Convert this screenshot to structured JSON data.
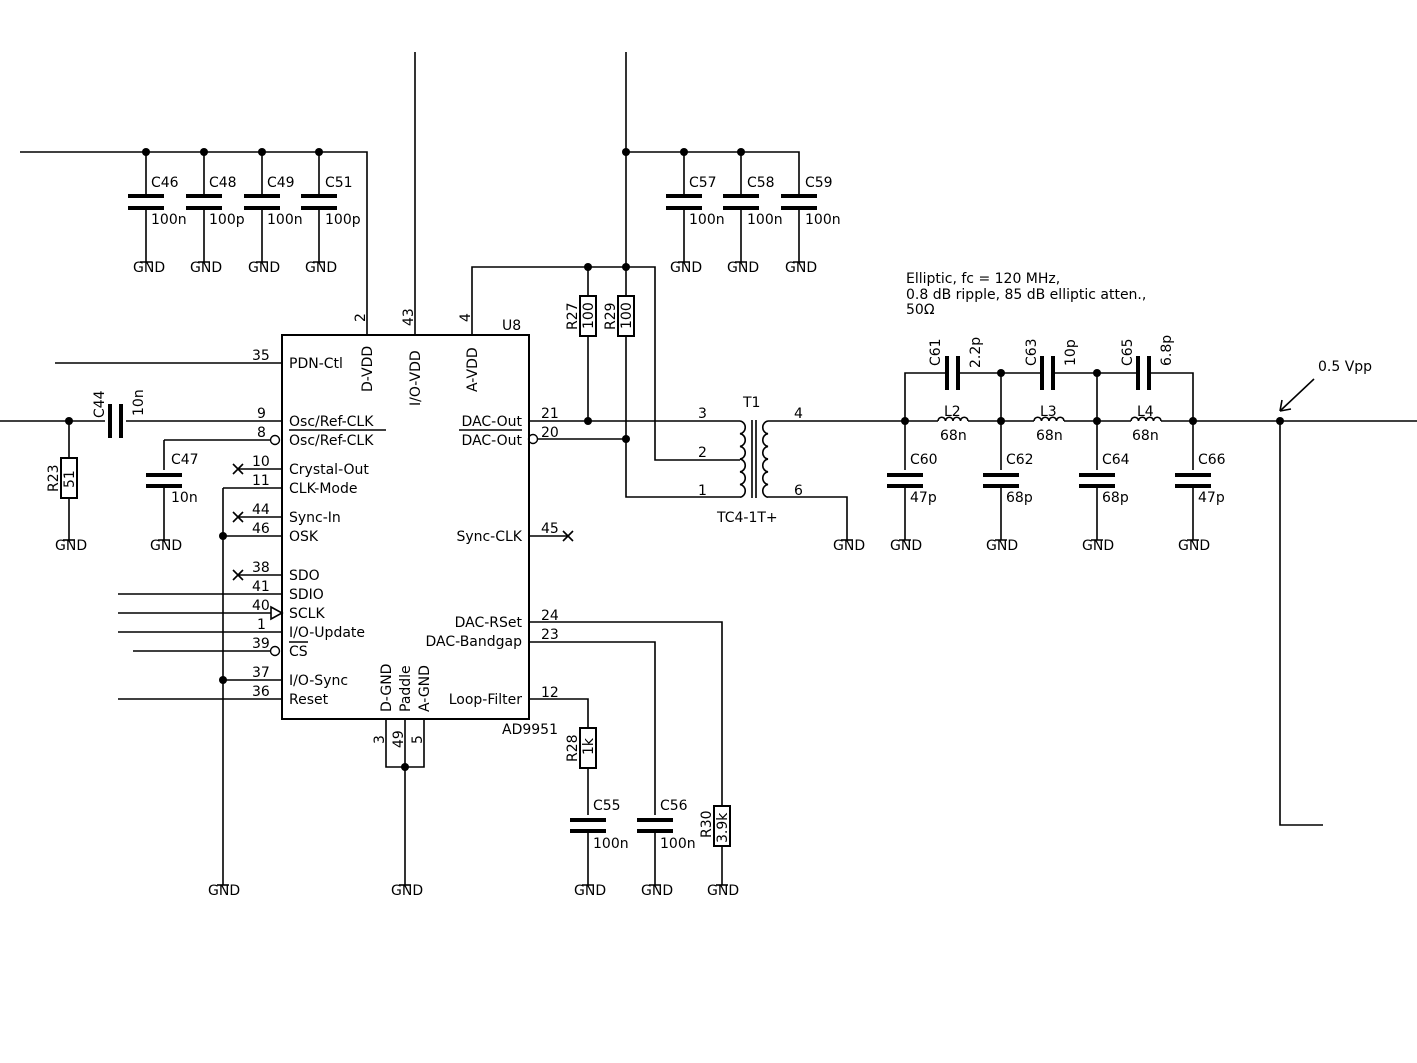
{
  "gnd": "GND",
  "note": {
    "line1": "Elliptic, fc = 120 MHz,",
    "line2": "0.8 dB ripple, 85 dB elliptic atten.,",
    "line3": "50Ω"
  },
  "output_label": "0.5 Vpp",
  "ic": {
    "ref": "U8",
    "part": "AD9951",
    "left_pins": [
      {
        "num": "35",
        "name": "PDN-Ctl"
      },
      {
        "num": "9",
        "name": "Osc/Ref-CLK"
      },
      {
        "num": "8",
        "name": "Osc/Ref-CLK"
      },
      {
        "num": "10",
        "name": "Crystal-Out"
      },
      {
        "num": "11",
        "name": "CLK-Mode"
      },
      {
        "num": "44",
        "name": "Sync-In"
      },
      {
        "num": "46",
        "name": "OSK"
      },
      {
        "num": "38",
        "name": "SDO"
      },
      {
        "num": "41",
        "name": "SDIO"
      },
      {
        "num": "40",
        "name": "SCLK"
      },
      {
        "num": "1",
        "name": "I/O-Update"
      },
      {
        "num": "39",
        "name": "CS"
      },
      {
        "num": "37",
        "name": "I/O-Sync"
      },
      {
        "num": "36",
        "name": "Reset"
      }
    ],
    "right_pins": [
      {
        "num": "21",
        "name": "DAC-Out"
      },
      {
        "num": "20",
        "name": "DAC-Out"
      },
      {
        "num": "45",
        "name": "Sync-CLK"
      },
      {
        "num": "24",
        "name": "DAC-RSet"
      },
      {
        "num": "23",
        "name": "DAC-Bandgap"
      },
      {
        "num": "12",
        "name": "Loop-Filter"
      }
    ],
    "top_pins": [
      {
        "num": "2",
        "name": "D-VDD"
      },
      {
        "num": "43",
        "name": "I/O-VDD"
      },
      {
        "num": "4",
        "name": "A-VDD"
      }
    ],
    "bottom_pins": [
      {
        "num": "3",
        "name": "D-GND"
      },
      {
        "num": "49",
        "name": "Paddle"
      },
      {
        "num": "5",
        "name": "A-GND"
      }
    ]
  },
  "components": {
    "C46": {
      "ref": "C46",
      "value": "100n"
    },
    "C48": {
      "ref": "C48",
      "value": "100p"
    },
    "C49": {
      "ref": "C49",
      "value": "100n"
    },
    "C51": {
      "ref": "C51",
      "value": "100p"
    },
    "C57": {
      "ref": "C57",
      "value": "100n"
    },
    "C58": {
      "ref": "C58",
      "value": "100n"
    },
    "C59": {
      "ref": "C59",
      "value": "100n"
    },
    "C44": {
      "ref": "C44",
      "value": "10n"
    },
    "C47": {
      "ref": "C47",
      "value": "10n"
    },
    "R23": {
      "ref": "R23",
      "value": "51"
    },
    "R27": {
      "ref": "R27",
      "value": "100"
    },
    "R29": {
      "ref": "R29",
      "value": "100"
    },
    "R28": {
      "ref": "R28",
      "value": "1k"
    },
    "R30": {
      "ref": "R30",
      "value": "3.9k"
    },
    "C55": {
      "ref": "C55",
      "value": "100n"
    },
    "C56": {
      "ref": "C56",
      "value": "100n"
    },
    "T1": {
      "ref": "T1",
      "value": "TC4-1T+",
      "pins": [
        "3",
        "2",
        "1",
        "4",
        "6"
      ]
    },
    "C60": {
      "ref": "C60",
      "value": "47p"
    },
    "C62": {
      "ref": "C62",
      "value": "68p"
    },
    "C64": {
      "ref": "C64",
      "value": "68p"
    },
    "C66": {
      "ref": "C66",
      "value": "47p"
    },
    "C61": {
      "ref": "C61",
      "value": "2.2p"
    },
    "C63": {
      "ref": "C63",
      "value": "10p"
    },
    "C65": {
      "ref": "C65",
      "value": "6.8p"
    },
    "L2": {
      "ref": "L2",
      "value": "68n"
    },
    "L3": {
      "ref": "L3",
      "value": "68n"
    },
    "L4": {
      "ref": "L4",
      "value": "68n"
    }
  }
}
